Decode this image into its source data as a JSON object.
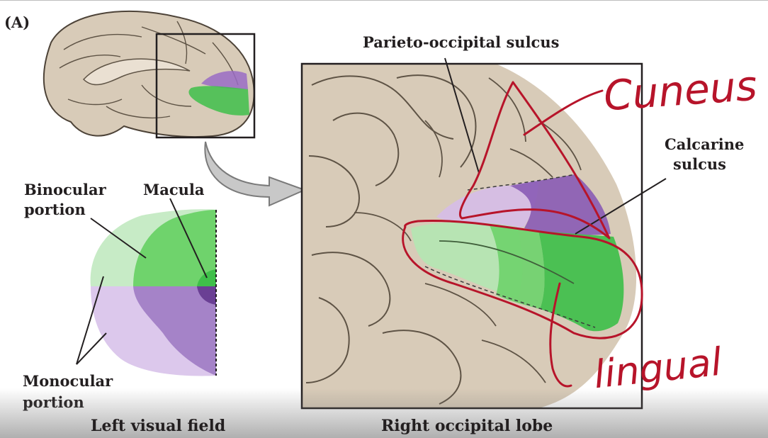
{
  "panel_label": "(A)",
  "labels": {
    "parieto_occipital": "Parieto-occipital sulcus",
    "calcarine_1": "Calcarine",
    "calcarine_2": "sulcus",
    "binocular_1": "Binocular",
    "binocular_2": "portion",
    "macula": "Macula",
    "monocular_1": "Monocular",
    "monocular_2": "portion"
  },
  "captions": {
    "left": "Left visual field",
    "right": "Right occipital lobe"
  },
  "handwriting": {
    "top": "Cuneus",
    "bottom": "lingual"
  },
  "colors": {
    "brain_tissue": "#d8cbb8",
    "sulcus_line": "#5e5345",
    "green_dark": "#3fbf4a",
    "green_light": "#a8e3a8",
    "purple_dark": "#8a5bb5",
    "purple_light": "#d6bde8",
    "annotation_red": "#b7142a"
  }
}
